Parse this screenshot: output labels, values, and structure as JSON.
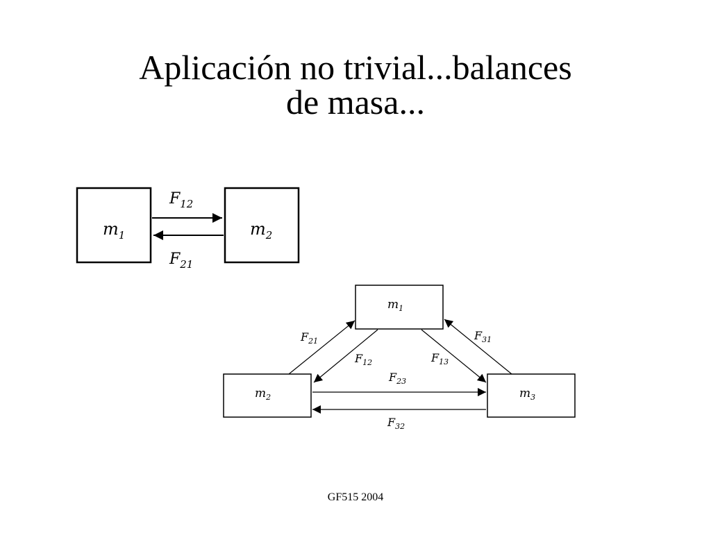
{
  "slide": {
    "title_line1": "Aplicación no trivial...balances",
    "title_line2": "de masa...",
    "footer": "GF515 2004"
  },
  "diagram_top": {
    "nodes": [
      {
        "id": "m1",
        "label": "m",
        "sub": "1"
      },
      {
        "id": "m2",
        "label": "m",
        "sub": "2"
      }
    ],
    "edges": [
      {
        "id": "F12",
        "label": "F",
        "sub": "12"
      },
      {
        "id": "F21",
        "label": "F",
        "sub": "21"
      }
    ]
  },
  "diagram_bottom": {
    "nodes": [
      {
        "id": "m1",
        "label": "m",
        "sub": "1"
      },
      {
        "id": "m2",
        "label": "m",
        "sub": "2"
      },
      {
        "id": "m3",
        "label": "m",
        "sub": "3"
      }
    ],
    "edges": [
      {
        "id": "F21",
        "label": "F",
        "sub": "21"
      },
      {
        "id": "F12",
        "label": "F",
        "sub": "12"
      },
      {
        "id": "F13",
        "label": "F",
        "sub": "13"
      },
      {
        "id": "F31",
        "label": "F",
        "sub": "31"
      },
      {
        "id": "F23",
        "label": "F",
        "sub": "23"
      },
      {
        "id": "F32",
        "label": "F",
        "sub": "32"
      }
    ]
  }
}
